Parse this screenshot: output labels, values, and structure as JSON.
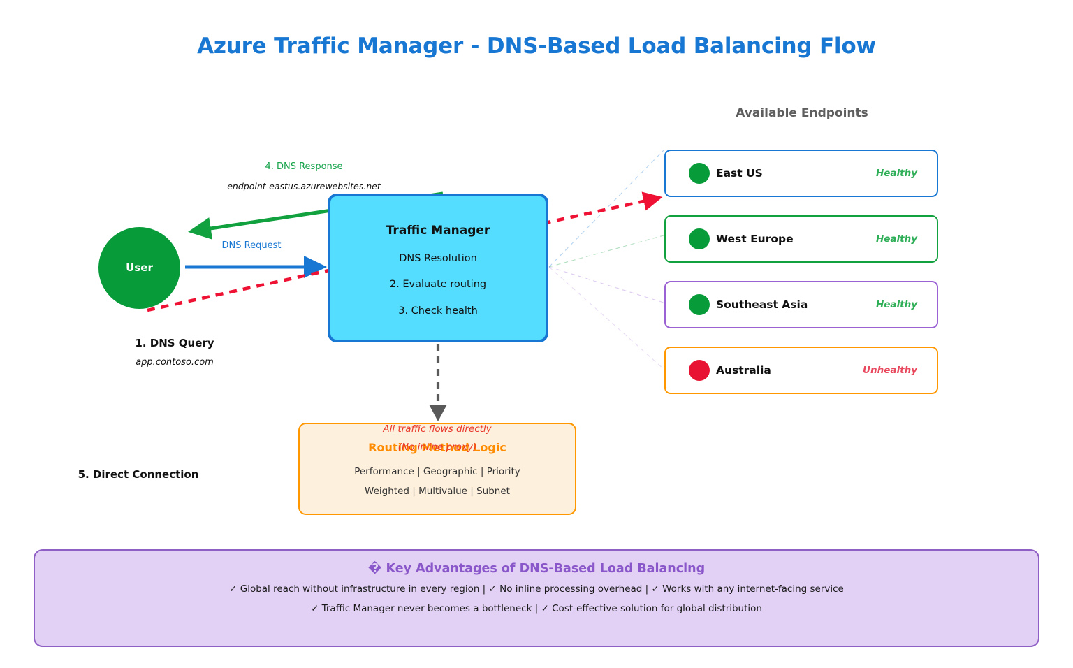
{
  "page": {
    "title": "Azure Traffic Manager - DNS-Based Load Balancing Flow",
    "title_color": "#1877D2",
    "background": "#ffffff"
  },
  "user_node": {
    "label": "User",
    "fill": "#089B3A"
  },
  "traffic_manager": {
    "title": "Traffic Manager",
    "lines": [
      "DNS Resolution",
      "2. Evaluate routing",
      "3. Check health"
    ],
    "fill": "#55DDFF",
    "border": "#1877D2"
  },
  "flow_labels": {
    "dns_query_step": "1. DNS Query",
    "dns_query_domain": "app.contoso.com",
    "dns_request": "DNS Request",
    "dns_response": "4. DNS Response",
    "dns_response_endpoint": "endpoint-eastus.azurewebsites.net",
    "direct_connection": "5. Direct Connection"
  },
  "flow_colors": {
    "dns_request": "#1877D2",
    "dns_response": "#12A13F",
    "direct_connection": "#EE1133",
    "routing_dash": "#5A5A5A"
  },
  "endpoints_panel": {
    "title": "Available Endpoints",
    "title_color": "#5E5E5E",
    "items": [
      {
        "name": "East US",
        "status": "Healthy",
        "status_color": "#2EAE57",
        "dot_color": "#089B3A",
        "border_color": "#1877D2"
      },
      {
        "name": "West Europe",
        "status": "Healthy",
        "status_color": "#2EAE57",
        "dot_color": "#089B3A",
        "border_color": "#12A13F"
      },
      {
        "name": "Southeast Asia",
        "status": "Healthy",
        "status_color": "#2EAE57",
        "dot_color": "#089B3A",
        "border_color": "#9B62D4"
      },
      {
        "name": "Australia",
        "status": "Unhealthy",
        "status_color": "#E8495E",
        "dot_color": "#E81233",
        "border_color": "#FF9800"
      }
    ]
  },
  "routing_box": {
    "title": "Routing Method Logic",
    "title_color": "#FF8C00",
    "methods_line_1": "Performance | Geographic | Priority",
    "methods_line_2": "Weighted | Multivalue | Subnet",
    "overlay_line_1": "All traffic flows directly",
    "overlay_line_2": "(No inline proxy)",
    "overlay_color": "#E8372A",
    "fill": "#FDF0DD",
    "border": "#FF9800"
  },
  "advantages_box": {
    "title": "� Key Advantages of DNS-Based Load Balancing",
    "title_color": "#8957C9",
    "line_1": "✓ Global reach without infrastructure in every region  |  ✓ No inline processing overhead  |  ✓ Works with any internet-facing service",
    "line_2": "✓ Traffic Manager never becomes a bottleneck  |  ✓ Cost-effective solution for global distribution",
    "fill": "#E2D0F5",
    "border": "#8E5FC4"
  }
}
